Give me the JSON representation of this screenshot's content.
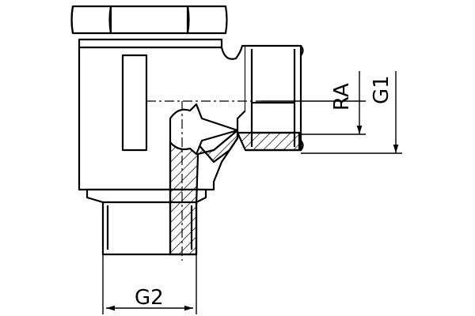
{
  "drawing": {
    "type": "technical-drawing",
    "subject": "fitting",
    "line_color": "#000000",
    "background": "#ffffff"
  },
  "dimensions": {
    "g2_label": "G2",
    "ra_label": "RA",
    "g1_label": "G1"
  }
}
